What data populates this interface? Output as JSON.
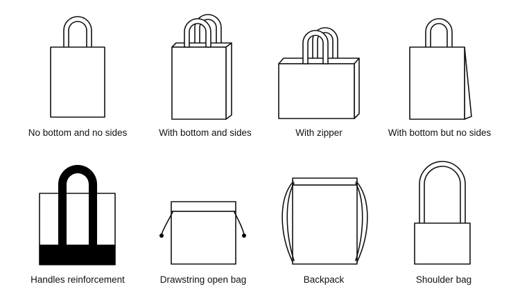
{
  "bags": [
    {
      "name": "no-bottom-no-sides",
      "label": "No bottom and no sides"
    },
    {
      "name": "with-bottom-and-sides",
      "label": "With bottom and sides"
    },
    {
      "name": "with-zipper",
      "label": "With zipper"
    },
    {
      "name": "with-bottom-no-sides",
      "label": "With bottom but no sides"
    },
    {
      "name": "handles-reinforcement",
      "label": "Handles reinforcement"
    },
    {
      "name": "drawstring-open-bag",
      "label": "Drawstring open bag"
    },
    {
      "name": "backpack",
      "label": "Backpack"
    },
    {
      "name": "shoulder-bag",
      "label": "Shoulder bag"
    }
  ]
}
